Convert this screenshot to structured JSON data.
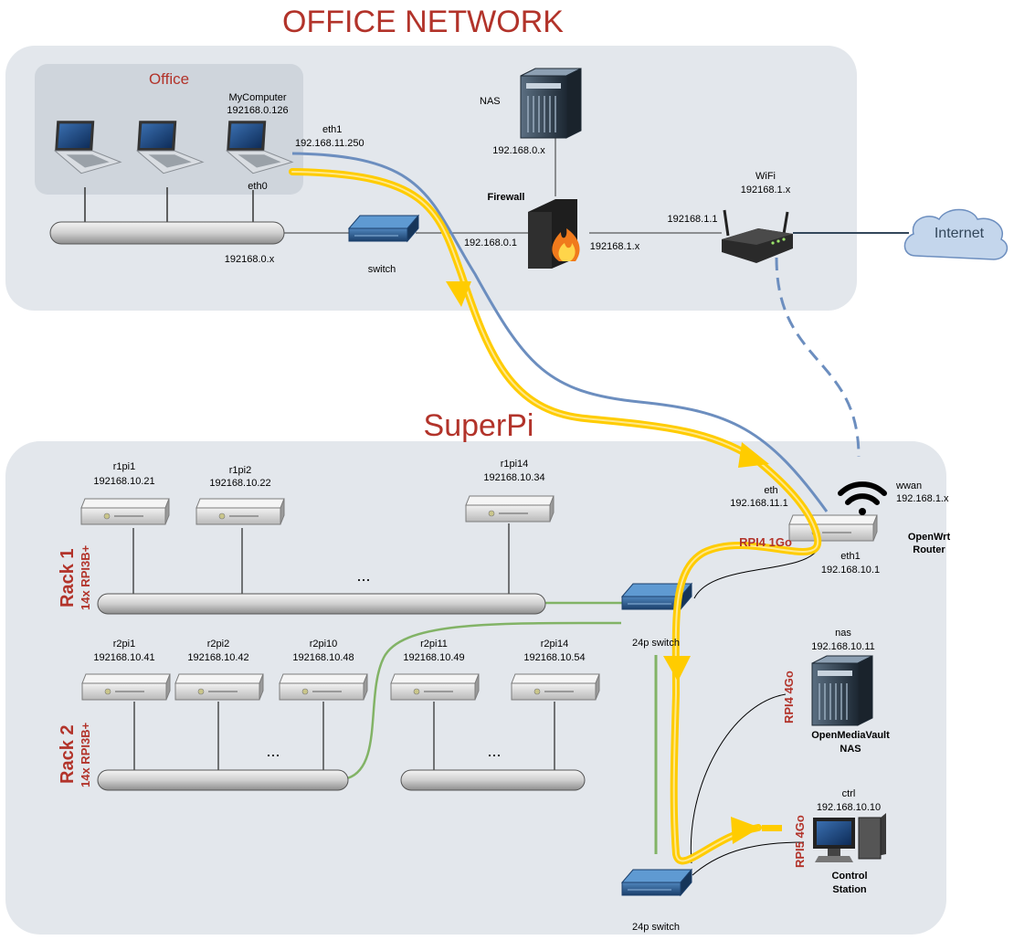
{
  "titles": {
    "office_network": "OFFICE NETWORK",
    "superpi": "SuperPi"
  },
  "office": {
    "group_label": "Office",
    "mycomputer_name": "MyComputer",
    "mycomputer_ip": "192168.0.126",
    "eth1_label": "eth1",
    "eth1_ip": "192.168.11.250",
    "eth0_label": "eth0",
    "bus_ip": "192168.0.x",
    "switch_label": "switch",
    "nas_label": "NAS",
    "nas_ip": "192.168.0.x",
    "firewall_label": "Firewall",
    "firewall_in_ip": "192.168.0.1",
    "firewall_out_ip": "192168.1.x",
    "router_in_ip": "192168.1.1",
    "wifi_label": "WiFi",
    "wifi_ip": "192168.1.x",
    "internet_label": "Internet"
  },
  "superpi": {
    "rack1_label": "Rack 1",
    "rack1_sub": "14x RPI3B+",
    "rack2_label": "Rack 2",
    "rack2_sub": "14x RPI3B+",
    "ellipsis": "...",
    "rack1_nodes": [
      {
        "name": "r1pi1",
        "ip": "192168.10.21"
      },
      {
        "name": "r1pi2",
        "ip": "192168.10.22"
      },
      {
        "name": "r1pi14",
        "ip": "192168.10.34"
      }
    ],
    "rack2_nodes": [
      {
        "name": "r2pi1",
        "ip": "192168.10.41"
      },
      {
        "name": "r2pi2",
        "ip": "192168.10.42"
      },
      {
        "name": "r2pi10",
        "ip": "192168.10.48"
      },
      {
        "name": "r2pi11",
        "ip": "192168.10.49"
      },
      {
        "name": "r2pi14",
        "ip": "192168.10.54"
      }
    ],
    "router": {
      "eth_label": "eth",
      "eth_ip": "192.168.11.1",
      "wwan_label": "wwan",
      "wwan_ip": "192.168.1.x",
      "name_line1": "OpenWrt",
      "name_line2": "Router",
      "eth1_label": "eth1",
      "eth1_ip": "192.168.10.1",
      "hw": "RPI4 1Go"
    },
    "switch_top_label": "24p switch",
    "switch_bottom_label": "24p switch",
    "nas": {
      "name": "nas",
      "ip": "192.168.10.11",
      "title_line1": "OpenMediaVault",
      "title_line2": "NAS",
      "hw": "RPI4 4Go"
    },
    "ctrl": {
      "name": "ctrl",
      "ip": "192.168.10.10",
      "title_line1": "Control",
      "title_line2": "Station",
      "hw": "RPI5 4Go"
    }
  },
  "colors": {
    "panel": "#e3e7ec",
    "title_red": "#b2332a",
    "flow_yellow": "#ffcc00",
    "link_blue": "#6c8ebf",
    "link_green": "#82b366"
  }
}
